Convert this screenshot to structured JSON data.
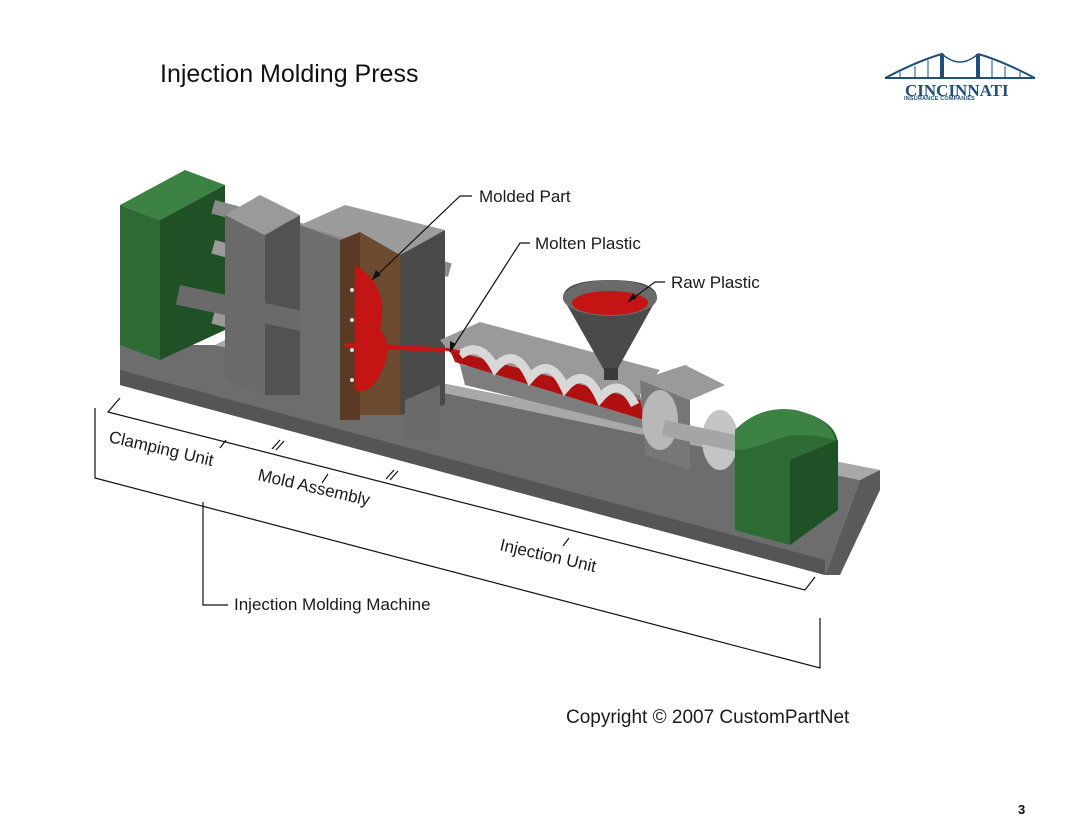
{
  "slide": {
    "title": "Injection Molding Press",
    "page_number": "3"
  },
  "logo": {
    "name": "CINCINNATI",
    "subtitle": "INSURANCE COMPANIES",
    "color": "#1f4f7a"
  },
  "diagram": {
    "labels": {
      "molded_part": "Molded Part",
      "molten_plastic": "Molten Plastic",
      "raw_plastic": "Raw Plastic",
      "clamping_unit": "Clamping Unit",
      "mold_assembly": "Mold Assembly",
      "injection_unit": "Injection Unit",
      "machine": "Injection Molding Machine"
    },
    "colors": {
      "motor_green": "#2e6b34",
      "steel_gray": "#7a7a7a",
      "plastic_red": "#c41414",
      "mold_brown": "#5a3a24"
    }
  },
  "copyright": "Copyright © 2007 CustomPartNet"
}
